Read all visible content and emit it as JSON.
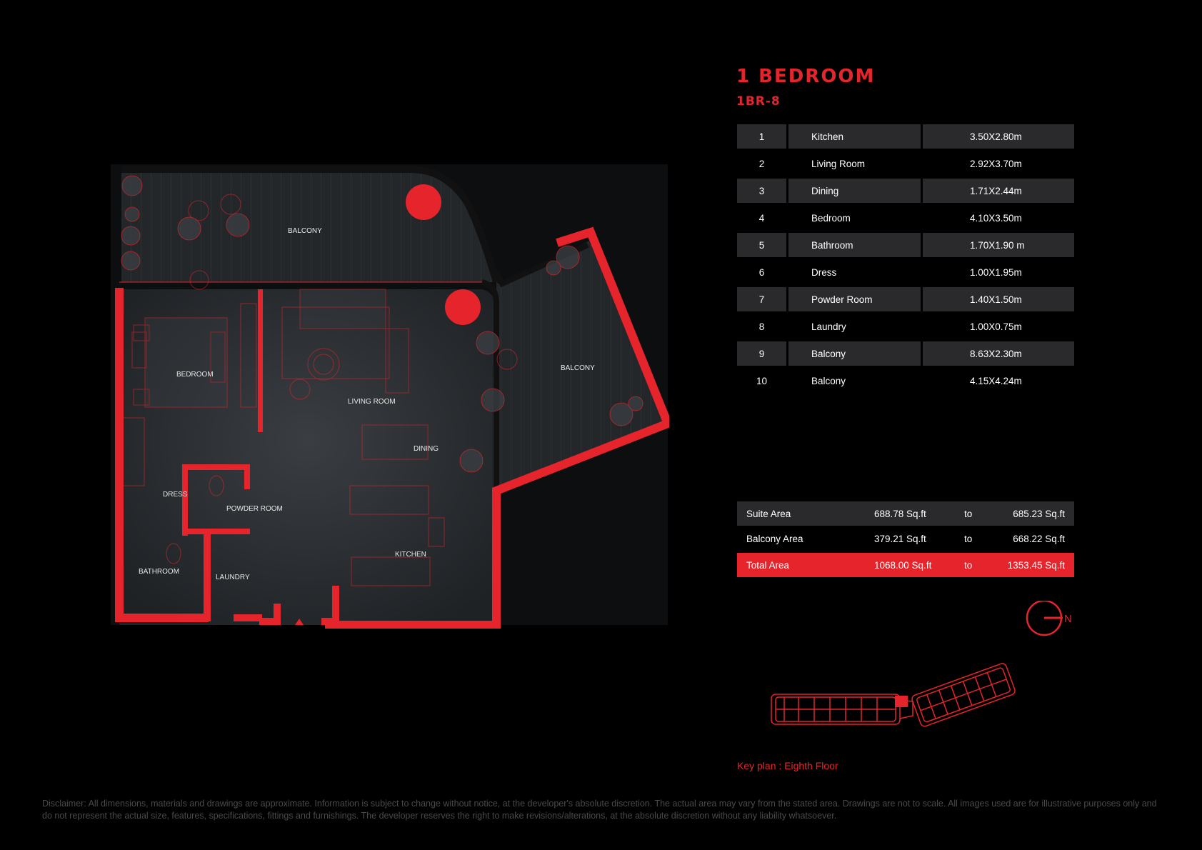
{
  "unit": {
    "title": "1 BEDROOM",
    "code": "1BR-8"
  },
  "rooms": [
    {
      "no": "1",
      "name": "Kitchen",
      "size": "3.50X2.80m"
    },
    {
      "no": "2",
      "name": "Living Room",
      "size": "2.92X3.70m"
    },
    {
      "no": "3",
      "name": "Dining",
      "size": "1.71X2.44m"
    },
    {
      "no": "4",
      "name": "Bedroom",
      "size": "4.10X3.50m"
    },
    {
      "no": "5",
      "name": "Bathroom",
      "size": "1.70X1.90 m"
    },
    {
      "no": "6",
      "name": "Dress",
      "size": "1.00X1.95m"
    },
    {
      "no": "7",
      "name": "Powder Room",
      "size": "1.40X1.50m"
    },
    {
      "no": "8",
      "name": "Laundry",
      "size": "1.00X0.75m"
    },
    {
      "no": "9",
      "name": "Balcony",
      "size": "8.63X2.30m"
    },
    {
      "no": "10",
      "name": "Balcony",
      "size": "4.15X4.24m"
    }
  ],
  "areas": [
    {
      "label": "Suite Area",
      "from": "688.78 Sq.ft",
      "to": "to",
      "end": "685.23 Sq.ft"
    },
    {
      "label": "Balcony Area",
      "from": "379.21 Sq.ft",
      "to": "to",
      "end": "668.22 Sq.ft"
    },
    {
      "label": "Total Area",
      "from": "1068.00 Sq.ft",
      "to": "to",
      "end": "1353.45 Sq.ft"
    }
  ],
  "plan_labels": {
    "balcony_top": "BALCONY",
    "balcony_right": "BALCONY",
    "bedroom": "BEDROOM",
    "living_room": "LIVING ROOM",
    "dining": "DINING",
    "dress": "DRESS",
    "powder_room": "POWDER ROOM",
    "kitchen": "KITCHEN",
    "bathroom": "BATHROOM",
    "laundry": "LAUNDRY"
  },
  "compass": {
    "label": "N"
  },
  "keyplan": {
    "label": "Key plan : Eighth Floor"
  },
  "disclaimer": "Disclaimer: All dimensions, materials and drawings are approximate. Information is subject to change without notice, at the developer's absolute discretion. The actual area may vary from the stated area. Drawings are not to scale. All images used are for illustrative purposes only and do not represent the actual size, features, specifications, fittings and furnishings. The developer reserves the right to make revisions/alterations, at the absolute discretion without any liability whatsoever.",
  "colors": {
    "accent": "#e5242b",
    "row_shade": "#2a2a2c",
    "floor": "#2e3134",
    "balcony": "#25282b"
  }
}
